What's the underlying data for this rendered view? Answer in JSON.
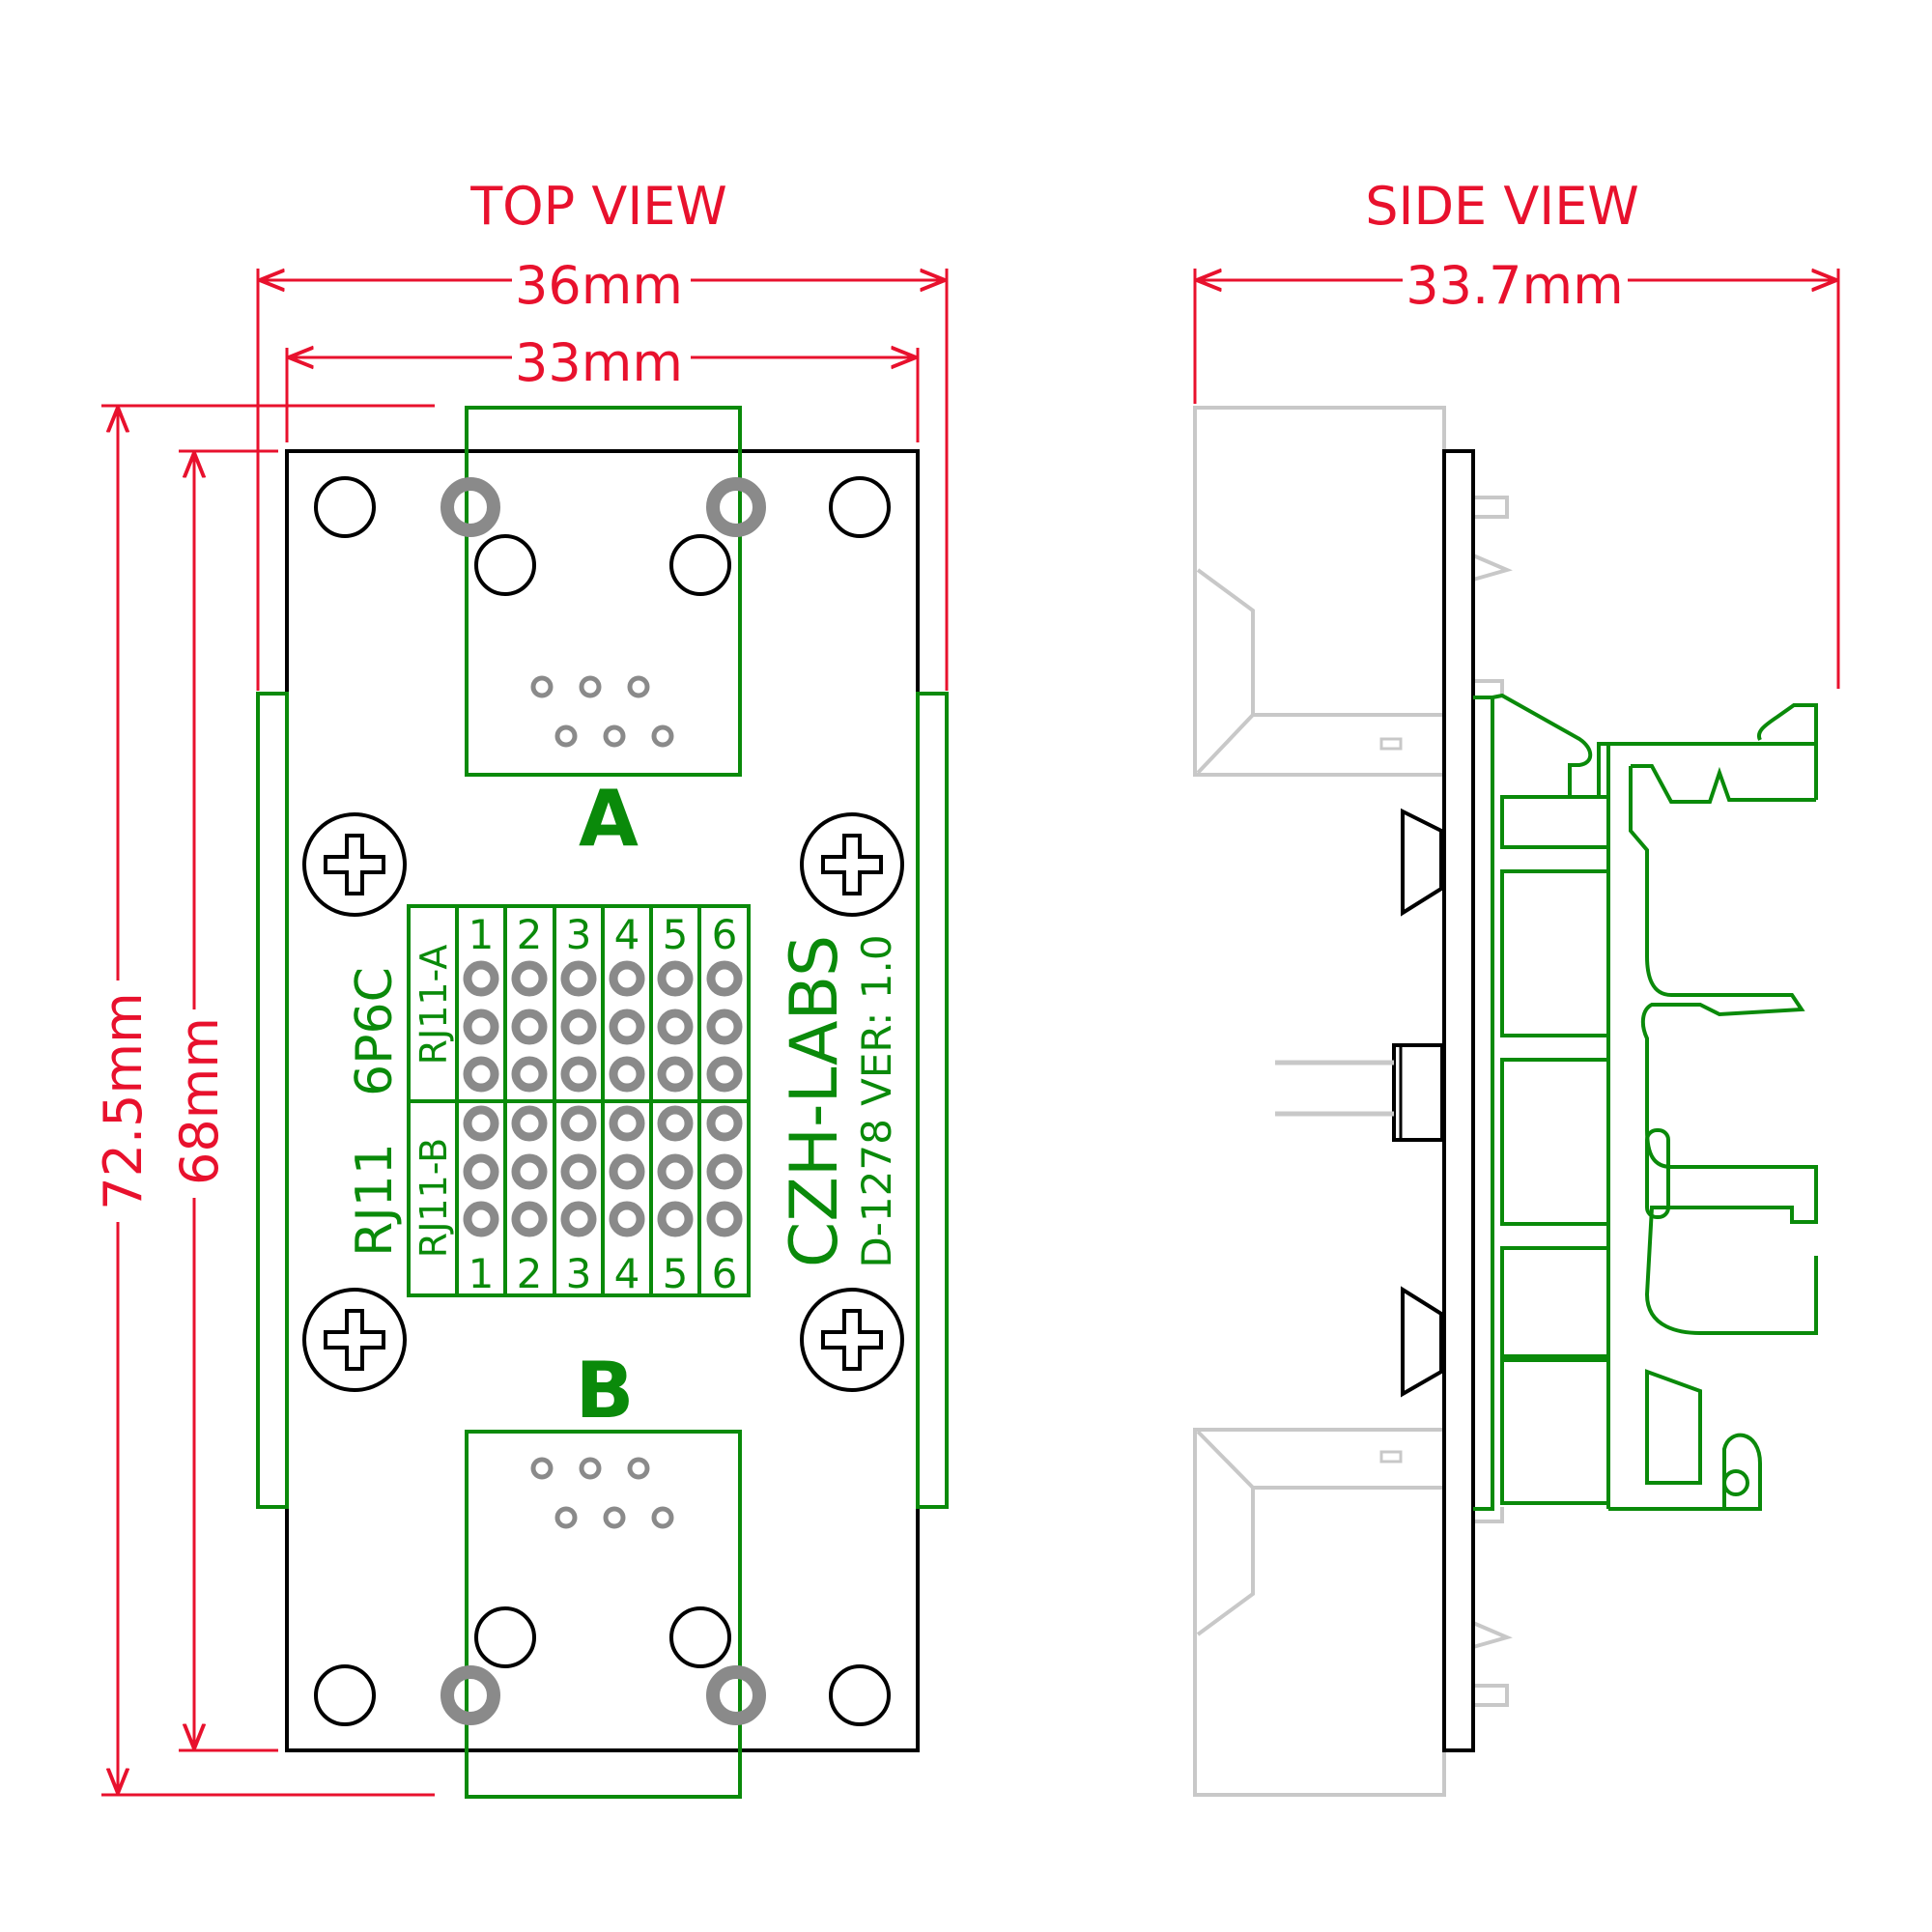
{
  "top_view": {
    "title": "TOP VIEW",
    "dim_width_outer": "36mm",
    "dim_width_inner": "33mm",
    "dim_height_outer": "72.5mm",
    "dim_height_inner": "68mm",
    "connector_a_label": "A",
    "connector_b_label": "B",
    "silk_rj11": "RJ11",
    "silk_6p6c": "6P6C",
    "row_label_a": "RJ11-A",
    "row_label_b": "RJ11-B",
    "pin_numbers": [
      "1",
      "2",
      "3",
      "4",
      "5",
      "6"
    ],
    "brand": "CZH-LABS",
    "part_version": "D-1278 VER: 1.0"
  },
  "side_view": {
    "title": "SIDE VIEW",
    "dim_width": "33.7mm"
  },
  "colors": {
    "dimension": "#e8112d",
    "outline": "#0a8a0a",
    "board": "#000000",
    "connector_ghost": "#c8c8c8"
  }
}
